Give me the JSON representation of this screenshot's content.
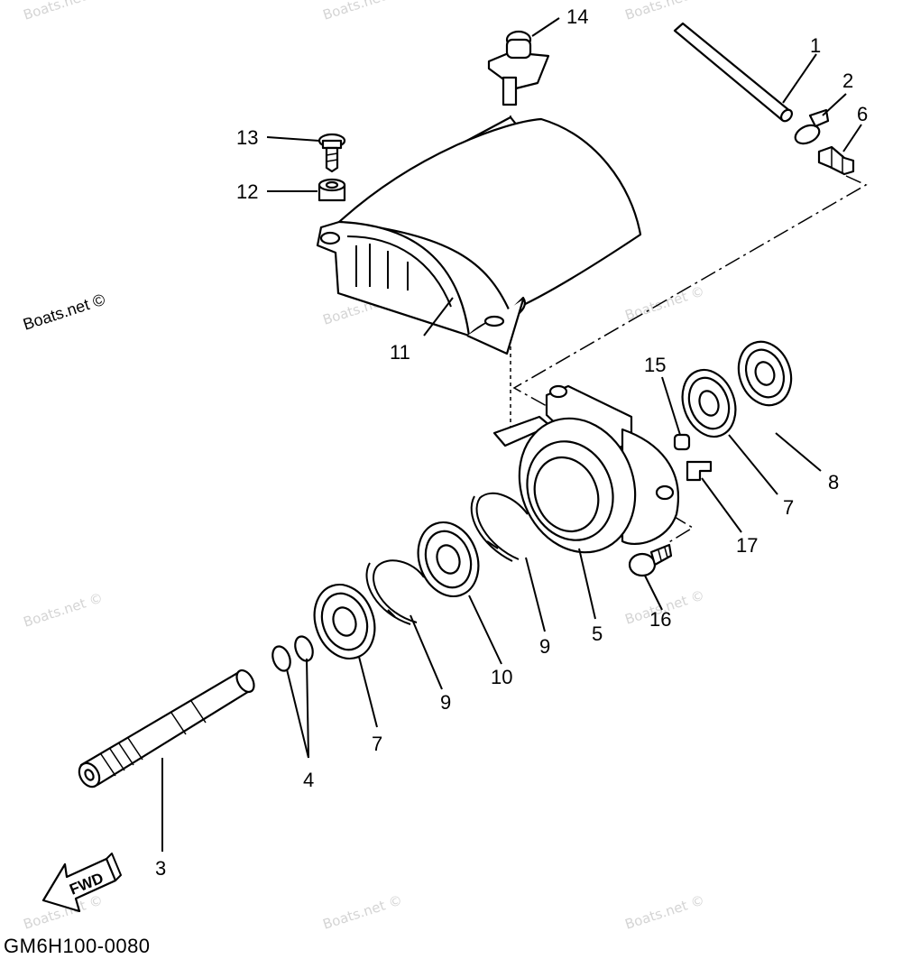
{
  "diagram": {
    "code": "GM6H100-0080",
    "credit": "Boats.net ©",
    "watermark": "Boats.net ©",
    "fwd_label": "FWD",
    "parts": [
      {
        "id": "p1",
        "label": "1"
      },
      {
        "id": "p2",
        "label": "2"
      },
      {
        "id": "p3",
        "label": "3"
      },
      {
        "id": "p4",
        "label": "4"
      },
      {
        "id": "p5",
        "label": "5"
      },
      {
        "id": "p6",
        "label": "6"
      },
      {
        "id": "p7a",
        "label": "7"
      },
      {
        "id": "p7b",
        "label": "7"
      },
      {
        "id": "p8",
        "label": "8"
      },
      {
        "id": "p9a",
        "label": "9"
      },
      {
        "id": "p9b",
        "label": "9"
      },
      {
        "id": "p10",
        "label": "10"
      },
      {
        "id": "p11",
        "label": "11"
      },
      {
        "id": "p12",
        "label": "12"
      },
      {
        "id": "p13",
        "label": "13"
      },
      {
        "id": "p14",
        "label": "14"
      },
      {
        "id": "p15",
        "label": "15"
      },
      {
        "id": "p16",
        "label": "16"
      },
      {
        "id": "p17",
        "label": "17"
      }
    ]
  }
}
